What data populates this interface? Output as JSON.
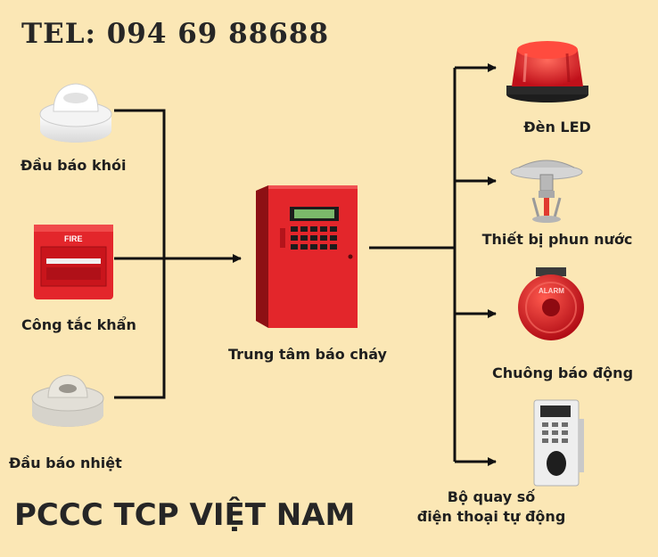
{
  "header": {
    "phone": "TEL: 094 69 88688"
  },
  "footer": {
    "brand": "PCCC TCP VIỆT NAM"
  },
  "inputs": [
    {
      "label": "Đầu báo khói",
      "icon": "smoke-detector-icon"
    },
    {
      "label": "Công tắc khẩn",
      "icon": "emergency-switch-icon",
      "device_text": "FIRE"
    },
    {
      "label": "Đầu báo nhiệt",
      "icon": "heat-detector-icon"
    }
  ],
  "panel": {
    "label": "Trung tâm báo cháy",
    "icon": "fire-alarm-panel-icon"
  },
  "outputs": [
    {
      "label": "Đèn LED",
      "icon": "led-beacon-icon"
    },
    {
      "label": "Thiết bị phun nước",
      "icon": "sprinkler-icon"
    },
    {
      "label": "Chuông báo động",
      "icon": "alarm-bell-icon",
      "device_text": "ALARM"
    },
    {
      "label_line1": "Bộ quay số",
      "label_line2": "điện thoại tự động",
      "icon": "auto-dialer-icon"
    }
  ],
  "colors": {
    "background": "#fbe7b5",
    "device_red": "#e3262b",
    "line": "#111111"
  }
}
